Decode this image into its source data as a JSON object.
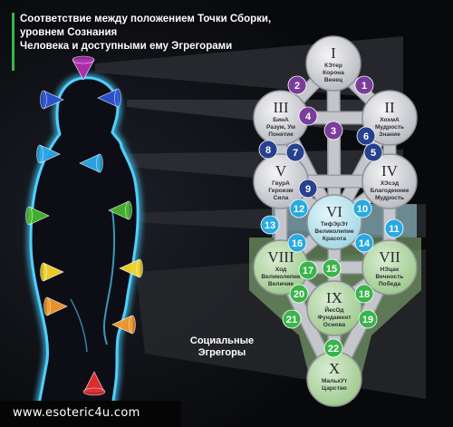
{
  "title": {
    "line1": "Соответствие между положением Точки Сборки, уровнем Сознания",
    "line2": "Человека и доступными ему Эгрегорами"
  },
  "social_label": {
    "line1": "Социальные",
    "line2": "Эгрегоры"
  },
  "footer": {
    "url": "www.esoteric4u.com"
  },
  "colors": {
    "background": "#0a0a0c",
    "node_fill": "#c9cacf",
    "path_fill": "#c4c6cb",
    "green_zone": "#8fbf7b",
    "cyan_zone": "#a6dbe5",
    "purple": "#7a3d9a",
    "dark_blue": "#27418f",
    "cyan": "#27aae1",
    "green": "#39b54a",
    "body_glow": "#3ec6ff"
  },
  "sephirot": [
    {
      "id": "I",
      "roman": "I",
      "lines": [
        "КЭтер",
        "Корона",
        "Венец"
      ]
    },
    {
      "id": "II",
      "roman": "II",
      "lines": [
        "ХохмА",
        "Мудрость",
        "Знание"
      ]
    },
    {
      "id": "III",
      "roman": "III",
      "lines": [
        "БинА",
        "Разум, Ум",
        "Понятие"
      ]
    },
    {
      "id": "IV",
      "roman": "IV",
      "lines": [
        "ХЭсэд",
        "Благоденние",
        "Мудрость"
      ]
    },
    {
      "id": "V",
      "roman": "V",
      "lines": [
        "ГвурА",
        "Героизм",
        "Сила"
      ]
    },
    {
      "id": "VI",
      "roman": "VI",
      "lines": [
        "ТифЭрЭт",
        "Великолепие",
        "Красота"
      ]
    },
    {
      "id": "VII",
      "roman": "VII",
      "lines": [
        "НЭцах",
        "Вечность",
        "Победа"
      ]
    },
    {
      "id": "VIII",
      "roman": "VIII",
      "lines": [
        "Ход",
        "Великолепие",
        "Величие"
      ]
    },
    {
      "id": "IX",
      "roman": "IX",
      "lines": [
        "ЙесОд",
        "Фундамент",
        "Основа"
      ]
    },
    {
      "id": "X",
      "roman": "X",
      "lines": [
        "МалькУт",
        "Царство"
      ]
    }
  ],
  "paths": [
    {
      "label": "1",
      "color": "purple"
    },
    {
      "label": "2",
      "color": "purple"
    },
    {
      "label": "3",
      "color": "purple"
    },
    {
      "label": "4",
      "color": "purple"
    },
    {
      "label": "5",
      "color": "dark_blue"
    },
    {
      "label": "6",
      "color": "dark_blue"
    },
    {
      "label": "7",
      "color": "dark_blue"
    },
    {
      "label": "8",
      "color": "dark_blue"
    },
    {
      "label": "9",
      "color": "dark_blue"
    },
    {
      "label": "10",
      "color": "cyan"
    },
    {
      "label": "11",
      "color": "cyan"
    },
    {
      "label": "12",
      "color": "cyan"
    },
    {
      "label": "13",
      "color": "cyan"
    },
    {
      "label": "14",
      "color": "cyan"
    },
    {
      "label": "15",
      "color": "green"
    },
    {
      "label": "16",
      "color": "cyan"
    },
    {
      "label": "17",
      "color": "green"
    },
    {
      "label": "18",
      "color": "green"
    },
    {
      "label": "19",
      "color": "green"
    },
    {
      "label": "20",
      "color": "green"
    },
    {
      "label": "21",
      "color": "green"
    },
    {
      "label": "22",
      "color": "green"
    }
  ],
  "chakras": [
    {
      "name": "crown",
      "color": "#b22fb5",
      "direction": "down"
    },
    {
      "name": "third-eye-left",
      "color": "#2b53d3",
      "direction": "right"
    },
    {
      "name": "third-eye-right",
      "color": "#2b53d3",
      "direction": "left"
    },
    {
      "name": "throat-left",
      "color": "#2aa8e8",
      "direction": "right"
    },
    {
      "name": "throat-right",
      "color": "#2aa8e8",
      "direction": "left"
    },
    {
      "name": "heart-left",
      "color": "#46b530",
      "direction": "right"
    },
    {
      "name": "heart-right",
      "color": "#46b530",
      "direction": "left"
    },
    {
      "name": "solar-left",
      "color": "#f2d62c",
      "direction": "right"
    },
    {
      "name": "solar-right",
      "color": "#f2d62c",
      "direction": "left"
    },
    {
      "name": "sacral-left",
      "color": "#f29a2c",
      "direction": "right"
    },
    {
      "name": "sacral-right",
      "color": "#f29a2c",
      "direction": "left"
    },
    {
      "name": "root",
      "color": "#e53030",
      "direction": "up"
    }
  ]
}
